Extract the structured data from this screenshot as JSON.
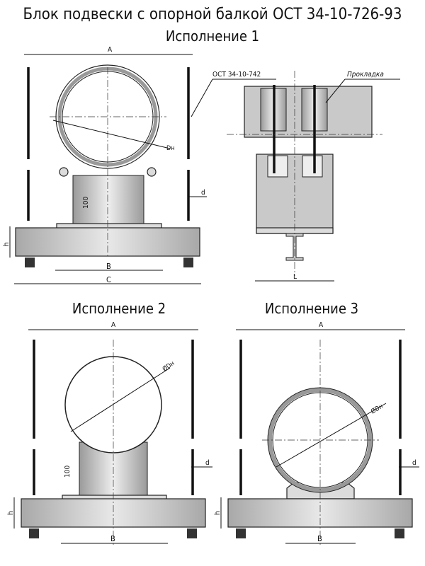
{
  "title": "Блок подвески с опорной балкой ОСТ 34-10-726-93",
  "variant1": {
    "title": "Исполнение 1",
    "dim_a": "A",
    "dim_b": "B",
    "dim_c": "C",
    "dim_h": "h",
    "dim_100": "100",
    "dim_d": "d",
    "dim_dn": "Dн"
  },
  "side_view": {
    "ref_label": "ОСТ 34-10-742",
    "pad_label": "Прокладка",
    "dim_l": "L"
  },
  "variant2": {
    "title": "Исполнение 2",
    "dim_a": "A",
    "dim_b": "B",
    "dim_h": "h",
    "dim_100": "100",
    "dim_d": "d",
    "dim_dn": "ØDн"
  },
  "variant3": {
    "title": "Исполнение 3",
    "dim_a": "A",
    "dim_b": "B",
    "dim_h": "h",
    "dim_d": "d",
    "dim_dn": "ØDн"
  }
}
